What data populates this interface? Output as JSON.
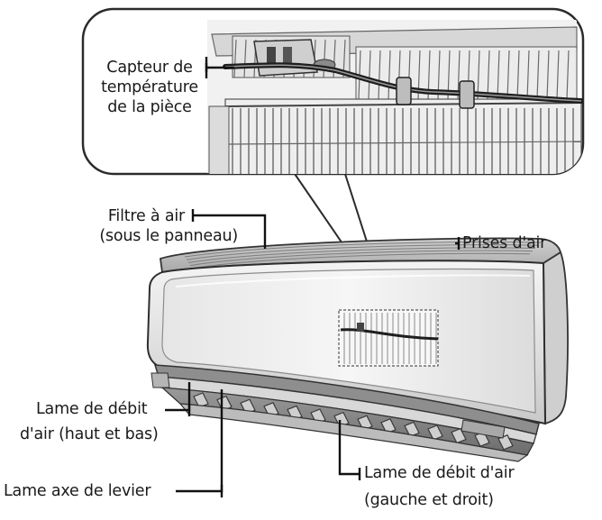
{
  "labels": {
    "sensor_line1": "Capteur de",
    "sensor_line2": "température",
    "sensor_line3": "de la pièce",
    "filter_line1": "Filtre à air",
    "filter_line2": "(sous le panneau)",
    "intake": "Prises d'air",
    "vertical_louver_line1": "Lame de débit",
    "vertical_louver_line2": "d'air (haut et bas)",
    "lever_shaft": "Lame axe de levier",
    "horizontal_louver_line1": "Lame de débit d'air",
    "horizontal_louver_line2": "(gauche et droit)"
  }
}
